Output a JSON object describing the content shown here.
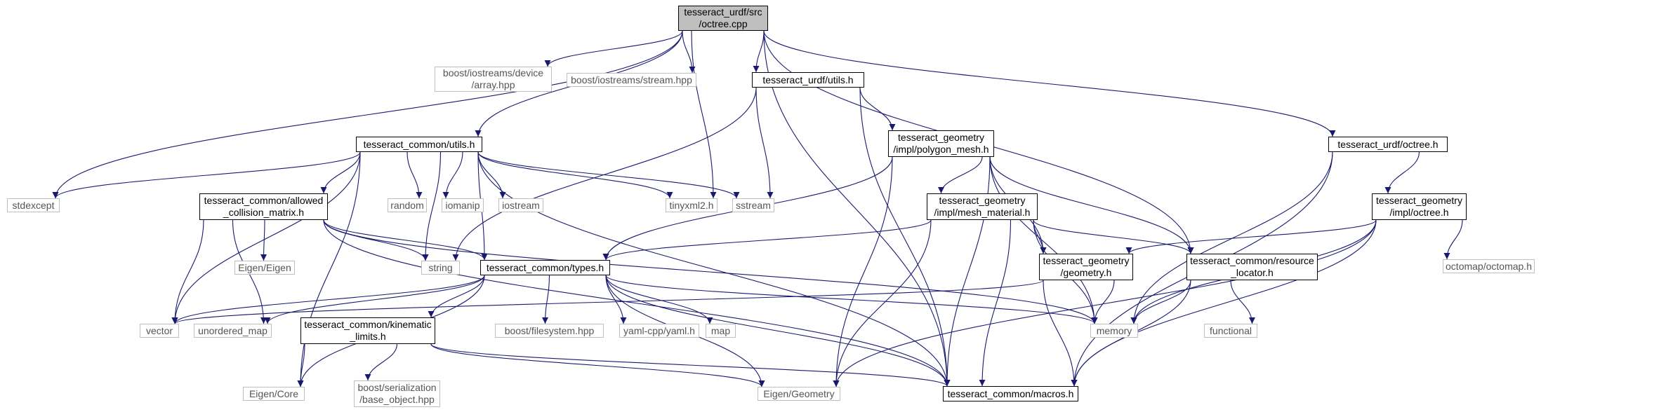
{
  "graph": {
    "edge_color": "#191970",
    "root_color": "#bfbfbf",
    "external_border": "#bfbfbf",
    "nodes": {
      "octree_cpp": {
        "label": "tesseract_urdf/src\n/octree.cpp",
        "kind": "root"
      },
      "device_array": {
        "label": "boost/iostreams/device\n/array.hpp",
        "kind": "external"
      },
      "stream_hpp": {
        "label": "boost/iostreams/stream.hpp",
        "kind": "external"
      },
      "urdf_utils": {
        "label": "tesseract_urdf/utils.h",
        "kind": "file"
      },
      "common_utils": {
        "label": "tesseract_common/utils.h",
        "kind": "file"
      },
      "polygon_mesh": {
        "label": "tesseract_geometry\n/impl/polygon_mesh.h",
        "kind": "file"
      },
      "urdf_octree": {
        "label": "tesseract_urdf/octree.h",
        "kind": "file"
      },
      "stdexcept": {
        "label": "stdexcept",
        "kind": "external"
      },
      "allowed_cm": {
        "label": "tesseract_common/allowed\n_collision_matrix.h",
        "kind": "file"
      },
      "random": {
        "label": "random",
        "kind": "external"
      },
      "iomanip": {
        "label": "iomanip",
        "kind": "external"
      },
      "iostream": {
        "label": "iostream",
        "kind": "external"
      },
      "tinyxml2": {
        "label": "tinyxml2.h",
        "kind": "external"
      },
      "sstream": {
        "label": "sstream",
        "kind": "external"
      },
      "mesh_material": {
        "label": "tesseract_geometry\n/impl/mesh_material.h",
        "kind": "file"
      },
      "impl_octree": {
        "label": "tesseract_geometry\n/impl/octree.h",
        "kind": "file"
      },
      "eigen_eigen": {
        "label": "Eigen/Eigen",
        "kind": "external"
      },
      "string": {
        "label": "string",
        "kind": "external"
      },
      "types": {
        "label": "tesseract_common/types.h",
        "kind": "file"
      },
      "geometry_h": {
        "label": "tesseract_geometry\n/geometry.h",
        "kind": "file"
      },
      "resource_locator": {
        "label": "tesseract_common/resource\n_locator.h",
        "kind": "file"
      },
      "octomap": {
        "label": "octomap/octomap.h",
        "kind": "external"
      },
      "vector": {
        "label": "vector",
        "kind": "external"
      },
      "unordered_map": {
        "label": "unordered_map",
        "kind": "external"
      },
      "boost_fs": {
        "label": "boost/filesystem.hpp",
        "kind": "external"
      },
      "yaml": {
        "label": "yaml-cpp/yaml.h",
        "kind": "external"
      },
      "map": {
        "label": "map",
        "kind": "external"
      },
      "memory": {
        "label": "memory",
        "kind": "external"
      },
      "functional": {
        "label": "functional",
        "kind": "external"
      },
      "kinematic_limits": {
        "label": "tesseract_common/kinematic\n_limits.h",
        "kind": "file"
      },
      "eigen_core": {
        "label": "Eigen/Core",
        "kind": "external"
      },
      "boost_ser": {
        "label": "boost/serialization\n/base_object.hpp",
        "kind": "external"
      },
      "eigen_geometry": {
        "label": "Eigen/Geometry",
        "kind": "external"
      },
      "macros": {
        "label": "tesseract_common/macros.h",
        "kind": "file"
      }
    },
    "edges": [
      [
        "octree_cpp",
        "device_array"
      ],
      [
        "octree_cpp",
        "stream_hpp"
      ],
      [
        "octree_cpp",
        "urdf_utils"
      ],
      [
        "octree_cpp",
        "common_utils"
      ],
      [
        "octree_cpp",
        "stdexcept"
      ],
      [
        "octree_cpp",
        "tinyxml2"
      ],
      [
        "octree_cpp",
        "urdf_octree"
      ],
      [
        "octree_cpp",
        "resource_locator"
      ],
      [
        "octree_cpp",
        "macros"
      ],
      [
        "urdf_utils",
        "polygon_mesh"
      ],
      [
        "urdf_utils",
        "sstream"
      ],
      [
        "urdf_utils",
        "string"
      ],
      [
        "urdf_utils",
        "macros"
      ],
      [
        "common_utils",
        "stdexcept"
      ],
      [
        "common_utils",
        "allowed_cm"
      ],
      [
        "common_utils",
        "random"
      ],
      [
        "common_utils",
        "iomanip"
      ],
      [
        "common_utils",
        "iostream"
      ],
      [
        "common_utils",
        "tinyxml2"
      ],
      [
        "common_utils",
        "sstream"
      ],
      [
        "common_utils",
        "vector"
      ],
      [
        "common_utils",
        "eigen_core"
      ],
      [
        "common_utils",
        "types"
      ],
      [
        "common_utils",
        "string"
      ],
      [
        "common_utils",
        "macros"
      ],
      [
        "allowed_cm",
        "eigen_eigen"
      ],
      [
        "allowed_cm",
        "string"
      ],
      [
        "allowed_cm",
        "types"
      ],
      [
        "allowed_cm",
        "vector"
      ],
      [
        "allowed_cm",
        "unordered_map"
      ],
      [
        "allowed_cm",
        "memory"
      ],
      [
        "allowed_cm",
        "macros"
      ],
      [
        "polygon_mesh",
        "mesh_material"
      ],
      [
        "polygon_mesh",
        "geometry_h"
      ],
      [
        "polygon_mesh",
        "resource_locator"
      ],
      [
        "polygon_mesh",
        "types"
      ],
      [
        "polygon_mesh",
        "eigen_geometry"
      ],
      [
        "polygon_mesh",
        "memory"
      ],
      [
        "polygon_mesh",
        "macros"
      ],
      [
        "mesh_material",
        "geometry_h"
      ],
      [
        "mesh_material",
        "resource_locator"
      ],
      [
        "mesh_material",
        "types"
      ],
      [
        "mesh_material",
        "eigen_geometry"
      ],
      [
        "mesh_material",
        "memory"
      ],
      [
        "mesh_material",
        "macros"
      ],
      [
        "urdf_octree",
        "impl_octree"
      ],
      [
        "urdf_octree",
        "memory"
      ],
      [
        "urdf_octree",
        "macros"
      ],
      [
        "impl_octree",
        "geometry_h"
      ],
      [
        "impl_octree",
        "octomap"
      ],
      [
        "impl_octree",
        "memory"
      ],
      [
        "impl_octree",
        "eigen_geometry"
      ],
      [
        "impl_octree",
        "macros"
      ],
      [
        "types",
        "vector"
      ],
      [
        "types",
        "unordered_map"
      ],
      [
        "types",
        "eigen_core"
      ],
      [
        "types",
        "kinematic_limits"
      ],
      [
        "types",
        "boost_fs"
      ],
      [
        "types",
        "yaml"
      ],
      [
        "types",
        "map"
      ],
      [
        "types",
        "memory"
      ],
      [
        "types",
        "eigen_geometry"
      ],
      [
        "types",
        "macros"
      ],
      [
        "geometry_h",
        "vector"
      ],
      [
        "geometry_h",
        "memory"
      ],
      [
        "geometry_h",
        "macros"
      ],
      [
        "resource_locator",
        "memory"
      ],
      [
        "resource_locator",
        "functional"
      ],
      [
        "resource_locator",
        "macros"
      ],
      [
        "kinematic_limits",
        "eigen_core"
      ],
      [
        "kinematic_limits",
        "boost_ser"
      ],
      [
        "kinematic_limits",
        "eigen_geometry"
      ],
      [
        "kinematic_limits",
        "macros"
      ]
    ]
  }
}
